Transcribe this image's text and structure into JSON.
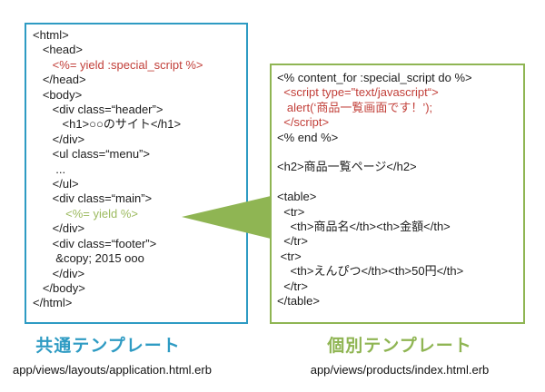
{
  "colors": {
    "blue": "#2e9bc3",
    "green": "#8fb553",
    "yield-green": "#9cba5f",
    "red": "#c2403a",
    "code-text": "#1c1c1c"
  },
  "left_panel": {
    "title": "共通テンプレート",
    "path": "app/views/layouts/application.html.erb",
    "code_lines": [
      {
        "text": "<html>"
      },
      {
        "text": "   <head>"
      },
      {
        "text": "      <%= yield :special_script %>",
        "color": "red"
      },
      {
        "text": "   </head>"
      },
      {
        "text": "   <body>"
      },
      {
        "text": "      <div class=“header”>"
      },
      {
        "text": "         <h1>○○のサイト</h1>"
      },
      {
        "text": "      </div>"
      },
      {
        "text": "      <ul class=“menu”>"
      },
      {
        "text": "       ..."
      },
      {
        "text": "      </ul>"
      },
      {
        "text": "      <div class=“main”>"
      },
      {
        "text": "          <%= yield %>",
        "color": "green"
      },
      {
        "text": "      </div>"
      },
      {
        "text": "      <div class=“footer”>"
      },
      {
        "text": "       &copy; 2015 ooo"
      },
      {
        "text": "      </div>"
      },
      {
        "text": "   </body>"
      },
      {
        "text": "</html>"
      }
    ]
  },
  "right_panel": {
    "title": "個別テンプレート",
    "path": "app/views/products/index.html.erb",
    "code_lines": [
      {
        "text": "<% content_for :special_script do %>"
      },
      {
        "text": "  <script type=\"text/javascript“>",
        "color": "red"
      },
      {
        "text": "   alert(‘商品一覧画面です！’);",
        "color": "red"
      },
      {
        "text": "  </script>",
        "color": "red"
      },
      {
        "text": "<% end %>"
      },
      {
        "text": ""
      },
      {
        "text": "<h2>商品一覧ページ</h2>"
      },
      {
        "text": ""
      },
      {
        "text": "<table>"
      },
      {
        "text": "  <tr>"
      },
      {
        "text": "    <th>商品名</th><th>金額</th>"
      },
      {
        "text": "  </tr>"
      },
      {
        "text": " <tr>"
      },
      {
        "text": "    <th>えんぴつ</th><th>50円</th>"
      },
      {
        "text": "  </tr>"
      },
      {
        "text": "</table>"
      }
    ]
  }
}
